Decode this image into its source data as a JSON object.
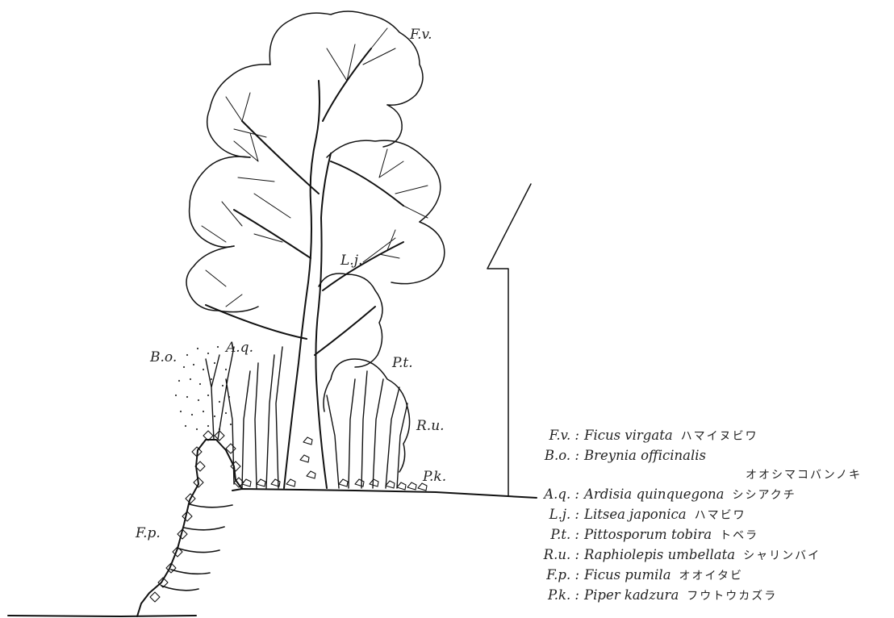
{
  "labels": {
    "fv": "F.v.",
    "lj": "L.j.",
    "bo": "B.o.",
    "aq": "A.q.",
    "pt": "P.t.",
    "ru": "R.u.",
    "pk": "P.k.",
    "fp": "F.p."
  },
  "legend": [
    {
      "abbr": "F.v. :",
      "name": "Ficus virgata",
      "jp": "ハマイヌビワ"
    },
    {
      "abbr": "B.o. :",
      "name": "Breynia officinalis",
      "jp": "",
      "jp_line": "オオシマコバンノキ"
    },
    {
      "abbr": "A.q. :",
      "name": "Ardisia quinquegona",
      "jp": "シシアクチ"
    },
    {
      "abbr": "L.j. :",
      "name": "Litsea japonica",
      "jp": "ハマビワ"
    },
    {
      "abbr": "P.t. :",
      "name": "Pittosporum tobira",
      "jp": "トベラ"
    },
    {
      "abbr": "R.u. :",
      "name": "Raphiolepis umbellata",
      "jp": "シャリンバイ"
    },
    {
      "abbr": "F.p. :",
      "name": "Ficus pumila",
      "jp": "オオイタビ"
    },
    {
      "abbr": "P.k. :",
      "name": "Piper kadzura",
      "jp": "フウトウカズラ"
    }
  ]
}
